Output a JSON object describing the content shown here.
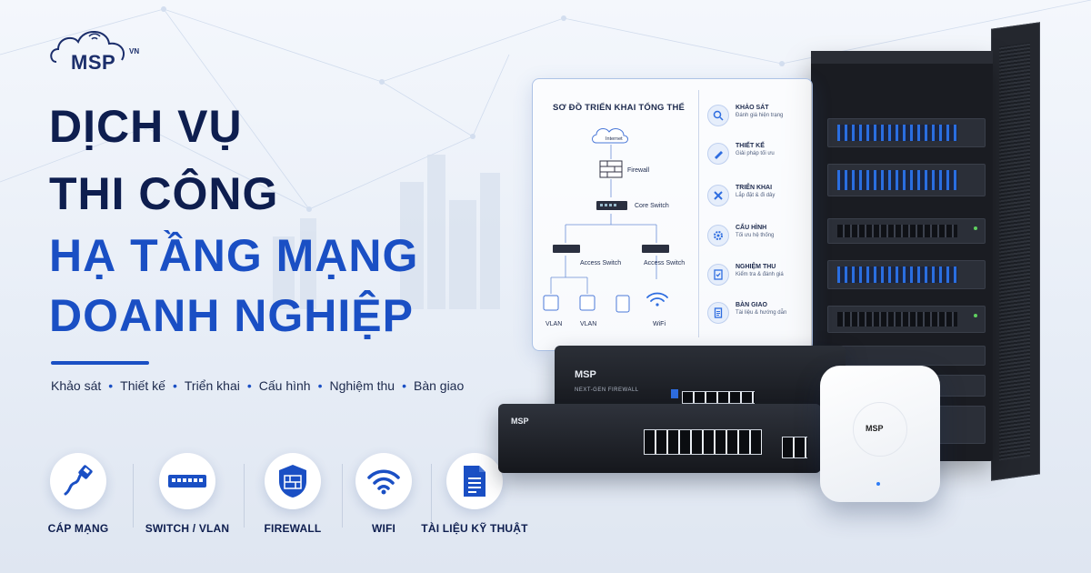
{
  "brand": {
    "name": "MSP",
    "suffix": "VN"
  },
  "headline": {
    "line1": "DỊCH VỤ",
    "line2": "THI CÔNG",
    "line3": "HẠ TẦNG MẠNG",
    "line4": "DOANH NGHIỆP"
  },
  "steps": [
    "Khảo sát",
    "Thiết kế",
    "Triển khai",
    "Cấu hình",
    "Nghiệm thu",
    "Bàn giao"
  ],
  "features": [
    {
      "label": "CÁP MẠNG",
      "icon": "ethernet-cable-icon"
    },
    {
      "label": "SWITCH / VLAN",
      "icon": "switch-icon"
    },
    {
      "label": "FIREWALL",
      "icon": "firewall-shield-icon"
    },
    {
      "label": "WIFI",
      "icon": "wifi-icon"
    },
    {
      "label": "TÀI LIỆU KỸ THUẬT",
      "icon": "document-icon"
    }
  ],
  "diagram": {
    "title": "SƠ ĐỒ TRIỂN KHAI TỔNG THỂ",
    "nodes": {
      "internet": "Internet",
      "firewall": "Firewall",
      "core": "Core Switch",
      "access1": "Access Switch",
      "access2": "Access Switch",
      "vlan1": "VLAN",
      "vlan2": "VLAN",
      "wifi": "WiFi"
    },
    "process": [
      {
        "title": "KHẢO SÁT",
        "sub": "Đánh giá hiện trạng",
        "icon": "search-icon"
      },
      {
        "title": "THIẾT KẾ",
        "sub": "Giải pháp tối ưu",
        "icon": "pencil-icon"
      },
      {
        "title": "TRIỂN KHAI",
        "sub": "Lắp đặt & đi dây",
        "icon": "tools-icon"
      },
      {
        "title": "CẤU HÌNH",
        "sub": "Tối ưu hệ thống",
        "icon": "gear-icon"
      },
      {
        "title": "NGHIỆM THU",
        "sub": "Kiểm tra & đánh giá",
        "icon": "checklist-icon"
      },
      {
        "title": "BÀN GIAO",
        "sub": "Tài liệu & hướng dẫn",
        "icon": "document-icon"
      }
    ]
  },
  "hardware": {
    "firewall_brand": "MSP",
    "firewall_label": "NEXT-GEN FIREWALL",
    "switch_brand": "MSP",
    "ap_brand": "MSP"
  },
  "colors": {
    "navy": "#0e1e4f",
    "accent": "#1a4fc4"
  }
}
